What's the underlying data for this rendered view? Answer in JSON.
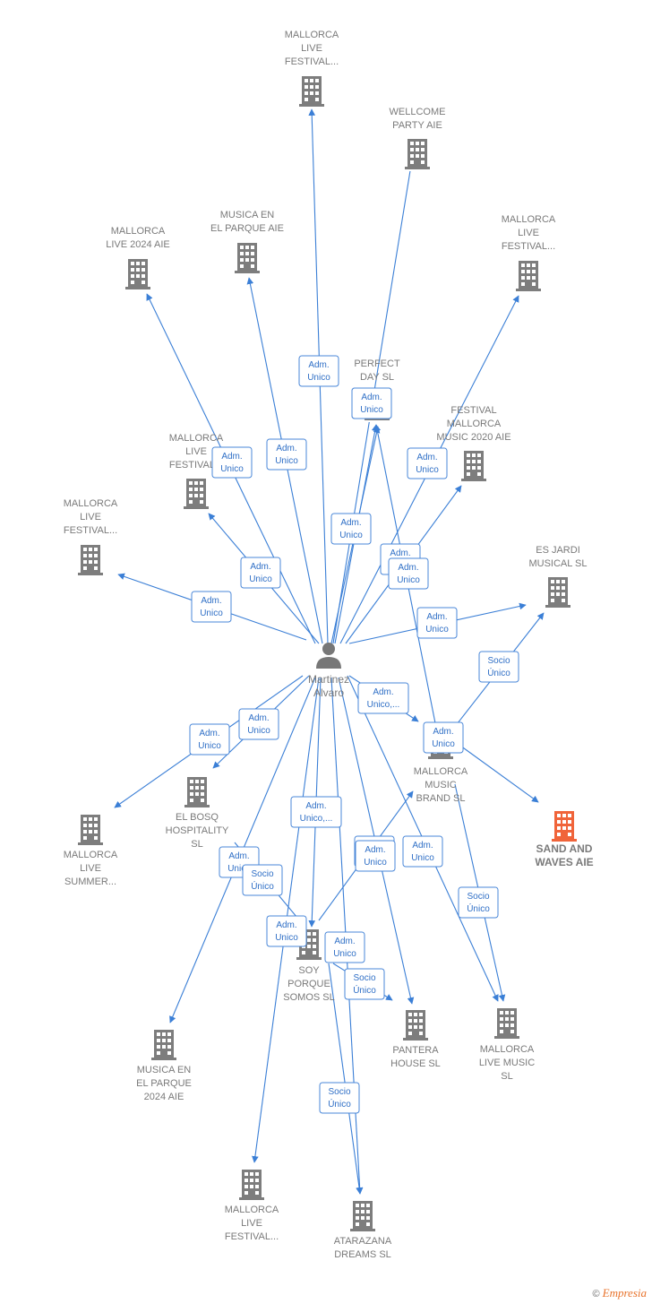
{
  "colors": {
    "edge": "#3b7fd6",
    "building": "#7d7d7d",
    "highlight": "#f0643a",
    "person": "#777777"
  },
  "center": {
    "id": "martinez",
    "label": [
      "Martinez",
      "Alvaro"
    ],
    "icon": "person-icon"
  },
  "nodes": [
    {
      "id": "mlf1",
      "label": [
        "MALLORCA",
        "LIVE",
        "FESTIVAL..."
      ],
      "icon": "building-icon"
    },
    {
      "id": "wellcome",
      "label": [
        "WELLCOME",
        "PARTY AIE"
      ],
      "icon": "building-icon"
    },
    {
      "id": "musica_parque",
      "label": [
        "MUSICA EN",
        "EL PARQUE AIE"
      ],
      "icon": "building-icon"
    },
    {
      "id": "ml2024",
      "label": [
        "MALLORCA",
        "LIVE 2024 AIE"
      ],
      "icon": "building-icon"
    },
    {
      "id": "mlf_right",
      "label": [
        "MALLORCA",
        "LIVE",
        "FESTIVAL..."
      ],
      "icon": "building-icon"
    },
    {
      "id": "perfect_day",
      "label": [
        "PERFECT",
        "DAY SL"
      ],
      "icon": "building-icon"
    },
    {
      "id": "fmm2020",
      "label": [
        "FESTIVAL",
        "MALLORCA",
        "MUSIC 2020 AIE"
      ],
      "icon": "building-icon"
    },
    {
      "id": "mlf_mid",
      "label": [
        "MALLORCA",
        "LIVE",
        "FESTIVAL..."
      ],
      "icon": "building-icon"
    },
    {
      "id": "mlf_left",
      "label": [
        "MALLORCA",
        "LIVE",
        "FESTIVAL..."
      ],
      "icon": "building-icon"
    },
    {
      "id": "es_jardi",
      "label": [
        "ES JARDI",
        "MUSICAL SL"
      ],
      "icon": "building-icon"
    },
    {
      "id": "mm_brand",
      "label": [
        "MALLORCA",
        "MUSIC",
        "BRAND SL"
      ],
      "icon": "building-icon"
    },
    {
      "id": "sand_waves",
      "label": [
        "SAND AND",
        "WAVES AIE"
      ],
      "icon": "building-icon",
      "highlight": true
    },
    {
      "id": "el_bosq",
      "label": [
        "EL BOSQ",
        "HOSPITALITY",
        "SL"
      ],
      "icon": "building-icon"
    },
    {
      "id": "mls",
      "label": [
        "MALLORCA",
        "LIVE",
        "SUMMER..."
      ],
      "icon": "building-icon"
    },
    {
      "id": "soy_porque",
      "label": [
        "SOY",
        "PORQUE",
        "SOMOS SL"
      ],
      "icon": "building-icon"
    },
    {
      "id": "pantera",
      "label": [
        "PANTERA",
        "HOUSE SL"
      ],
      "icon": "building-icon"
    },
    {
      "id": "ml_music",
      "label": [
        "MALLORCA",
        "LIVE MUSIC",
        "SL"
      ],
      "icon": "building-icon"
    },
    {
      "id": "musica_2024",
      "label": [
        "MUSICA EN",
        "EL PARQUE",
        "2024 AIE"
      ],
      "icon": "building-icon"
    },
    {
      "id": "mlf_bottom",
      "label": [
        "MALLORCA",
        "LIVE",
        "FESTIVAL..."
      ],
      "icon": "building-icon"
    },
    {
      "id": "atarazana",
      "label": [
        "ATARAZANA",
        "DREAMS SL"
      ],
      "icon": "building-icon"
    }
  ],
  "edges": [
    {
      "from": "martinez",
      "to": "mlf1",
      "label": [
        "Adm.",
        "Unico"
      ]
    },
    {
      "from": "martinez",
      "to": "wellcome",
      "label": [
        "Adm.",
        "Unico"
      ]
    },
    {
      "from": "martinez",
      "to": "musica_parque",
      "label": [
        "Adm.",
        "Unico"
      ]
    },
    {
      "from": "martinez",
      "to": "ml2024",
      "label": [
        "Adm.",
        "Unico"
      ]
    },
    {
      "from": "martinez",
      "to": "mlf_right",
      "label": [
        "Adm.",
        "Unico"
      ]
    },
    {
      "from": "martinez",
      "to": "perfect_day",
      "label": [
        "Adm.",
        "Unico"
      ]
    },
    {
      "from": "martinez",
      "to": "fmm2020",
      "label": [
        "Adm.",
        "Unico"
      ]
    },
    {
      "from": "martinez",
      "to": "mlf_mid",
      "label": [
        "Adm.",
        "Unico"
      ]
    },
    {
      "from": "martinez",
      "to": "mlf_left",
      "label": [
        "Adm.",
        "Unico"
      ]
    },
    {
      "from": "martinez",
      "to": "es_jardi",
      "label": [
        "Adm.",
        "Unico"
      ]
    },
    {
      "from": "mm_brand",
      "to": "perfect_day",
      "label": [
        "Adm.",
        "Unico"
      ]
    },
    {
      "from": "martinez",
      "to": "mm_brand",
      "label": [
        "Adm.",
        "Unico,..."
      ]
    },
    {
      "from": "mm_brand",
      "to": "es_jardi",
      "label": [
        "Socio",
        "Único"
      ]
    },
    {
      "from": "mm_brand",
      "to": "sand_waves",
      "label": [
        "Adm.",
        "Unico"
      ]
    },
    {
      "from": "martinez",
      "to": "el_bosq",
      "label": [
        "Adm.",
        "Unico"
      ]
    },
    {
      "from": "martinez",
      "to": "mls",
      "label": [
        "Adm.",
        "Unico"
      ]
    },
    {
      "from": "martinez",
      "to": "soy_porque",
      "label": [
        "Adm.",
        "Unico,..."
      ]
    },
    {
      "from": "soy_porque",
      "to": "mm_brand",
      "label": [
        "Adm.",
        "Unico"
      ]
    },
    {
      "from": "martinez",
      "to": "pantera",
      "label": [
        "Adm.",
        "Unico"
      ]
    },
    {
      "from": "martinez",
      "to": "ml_music",
      "label": [
        "Adm.",
        "Unico"
      ]
    },
    {
      "from": "mm_brand",
      "to": "ml_music",
      "label": [
        "Socio",
        "Único"
      ]
    },
    {
      "from": "martinez",
      "to": "musica_2024",
      "label": [
        "Adm.",
        "Unico"
      ]
    },
    {
      "from": "el_bosq",
      "to": "soy_porque",
      "label": [
        "Socio",
        "Único"
      ]
    },
    {
      "from": "martinez",
      "to": "mlf_bottom",
      "label": [
        "Adm.",
        "Unico"
      ]
    },
    {
      "from": "martinez",
      "to": "atarazana",
      "label": [
        "Adm.",
        "Unico"
      ]
    },
    {
      "from": "soy_porque",
      "to": "pantera",
      "label": [
        "Socio",
        "Único"
      ]
    },
    {
      "from": "soy_porque",
      "to": "atarazana",
      "label": [
        "Socio",
        "Único"
      ]
    },
    {
      "from": "martinez",
      "to": "perfect_day",
      "label": [
        "Adm.",
        "Unico"
      ]
    }
  ],
  "footer": {
    "copyright": "©",
    "brand": "Empresia"
  }
}
